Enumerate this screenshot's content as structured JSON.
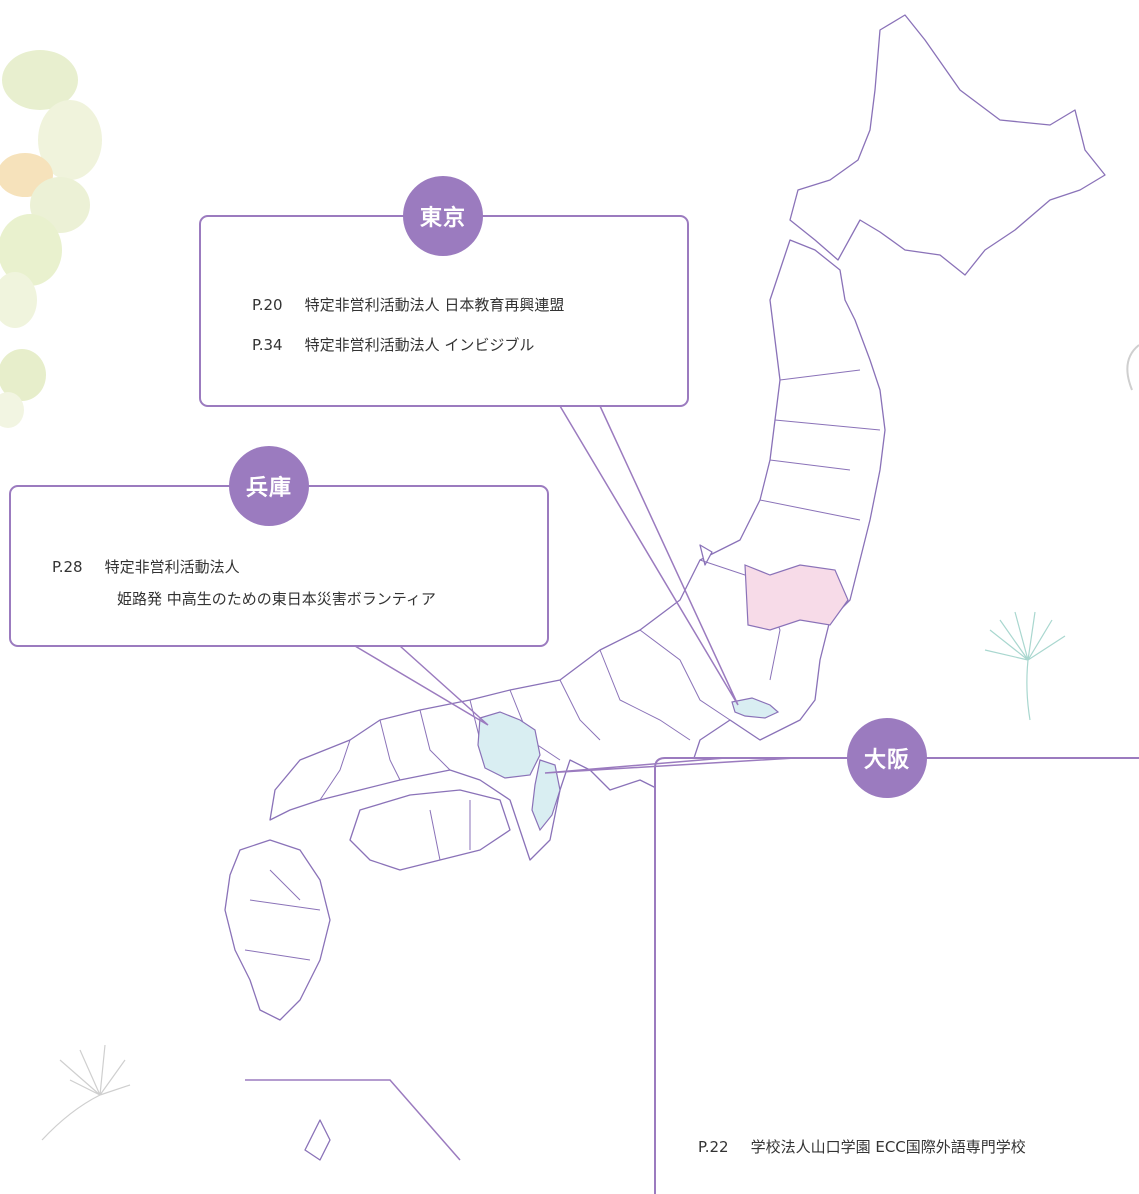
{
  "callouts": {
    "tokyo": {
      "badge": "東京",
      "entries": [
        {
          "page": "P.20",
          "text": "特定非営利活動法人 日本教育再興連盟"
        },
        {
          "page": "P.34",
          "text": "特定非営利活動法人 インビジブル"
        }
      ]
    },
    "hyogo": {
      "badge": "兵庫",
      "entries": [
        {
          "page": "P.28",
          "text": "特定非営利活動法人",
          "text2": "姫路発 中高生のための東日本災害ボランティア"
        }
      ]
    },
    "osaka": {
      "badge": "大阪",
      "entries": [
        {
          "page": "P.22",
          "text": "学校法人山口学園 ECC国際外語専門学校"
        }
      ]
    }
  },
  "colors": {
    "accent": "#9b7bbf",
    "outline": "#8a72b8",
    "highlight_blue": "#d9eef2",
    "highlight_pink": "#f7dbe8"
  }
}
